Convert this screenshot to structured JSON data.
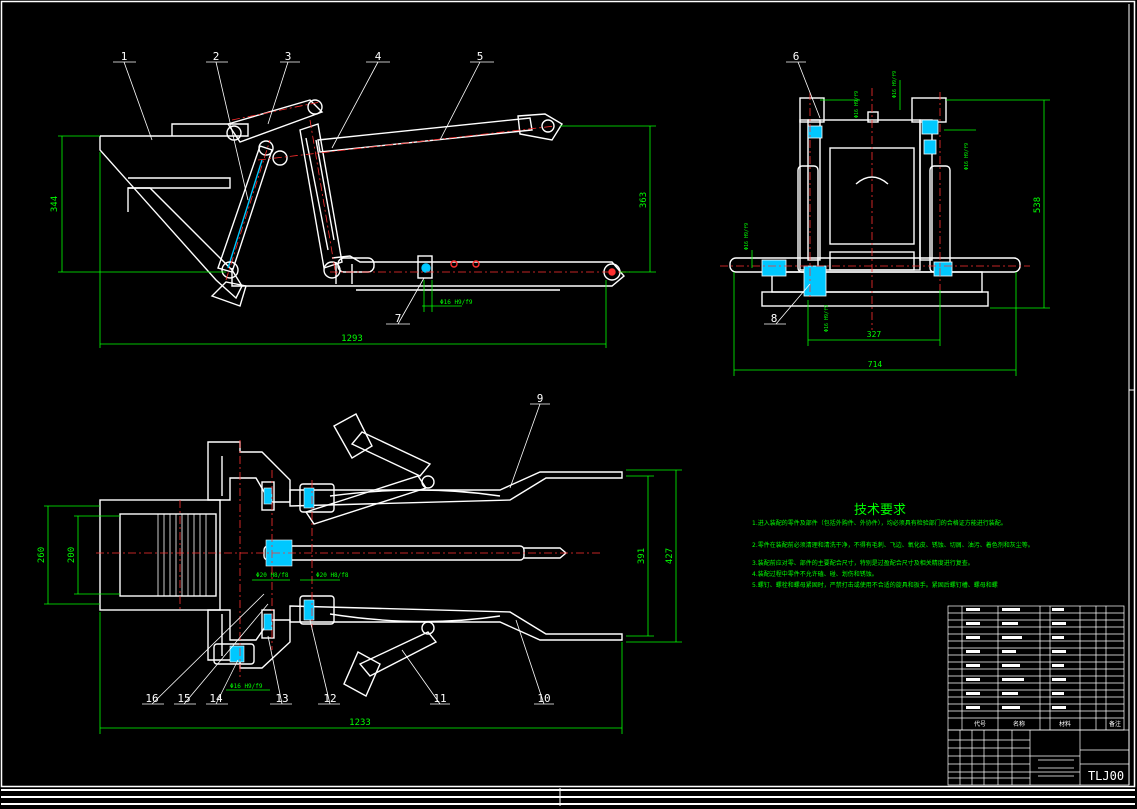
{
  "drawing_code": "TLJ00",
  "part_labels": [
    "1",
    "2",
    "3",
    "4",
    "5",
    "6",
    "7",
    "8",
    "9",
    "10",
    "11",
    "12",
    "13",
    "14",
    "15",
    "16"
  ],
  "dimensions": {
    "side_height_left": "344",
    "side_height_right": "363",
    "side_length": "1293",
    "front_height": "538",
    "front_width_inner": "327",
    "front_width_outer": "714",
    "plan_width_outer": "260",
    "plan_width_inner": "200",
    "plan_right_inner": "391",
    "plan_right_outer": "427",
    "plan_length": "1233"
  },
  "fits": {
    "side_pin": "Φ16 H9/f9",
    "front_top_a": "Φ16 H9/f9",
    "front_top_b": "Φ16 H9/f9",
    "front_right": "Φ16 H9/f9",
    "front_left": "Φ16 H9/f9",
    "front_bottom": "Φ16 H9/f9",
    "plan_a": "Φ20 H8/f8",
    "plan_b": "Φ20 H8/f8",
    "plan_c": "Φ16 H9/f9"
  },
  "tech_requirements": {
    "title": "技术要求",
    "lines": [
      "1.进入装配的零件及部件（包括外购件、外协件），均必须具有检验部门的合格证方能进行装配。",
      "2.零件在装配前必须清理和清洗干净，不得有毛刺、飞边、氧化皮、锈蚀、切屑、油污、着色剂和灰尘等。",
      "3.装配前应对零、部件的主要配合尺寸，特别是过盈配合尺寸及相关精度进行复查。",
      "4.装配过程中零件不允许磕、碰、划伤和锈蚀。",
      "5.螺钉、螺栓和螺母紧固时，严禁打击或使用不合适的旋具和扳手。紧固后螺钉槽、螺母和螺"
    ]
  },
  "title_block": {
    "col_code": "代号",
    "col_name": "名称",
    "col_material": "材料",
    "col_note": "备注"
  },
  "colors": {
    "line": "#ffffff",
    "dimension": "#00ff00",
    "centerline": "#ff3030",
    "section_fill": "#00c8ff"
  }
}
